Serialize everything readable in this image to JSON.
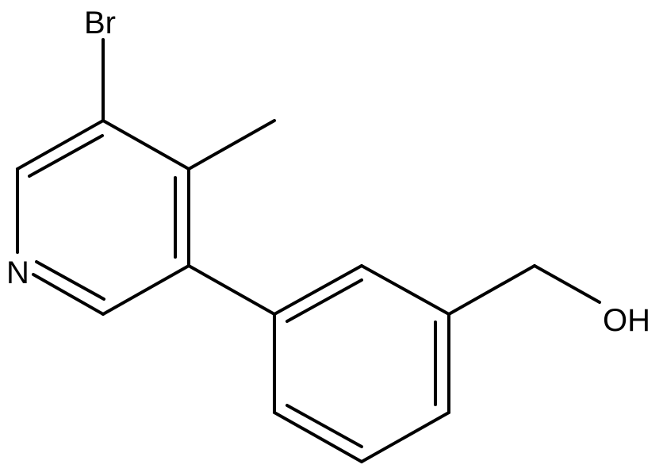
{
  "structure": {
    "atoms": {
      "br": "Br",
      "n": "N",
      "oh": "OH"
    }
  },
  "colors": {
    "bond": "#000000",
    "label": "#000000",
    "background": "#ffffff"
  }
}
